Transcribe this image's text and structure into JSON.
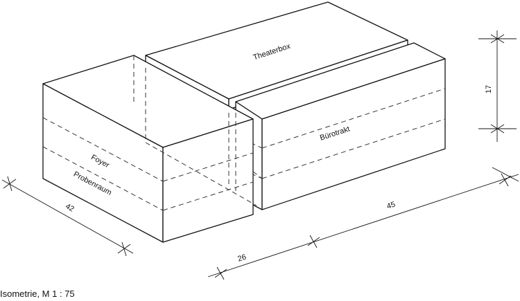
{
  "caption": "Isometrie, M 1 : 75",
  "volumes": {
    "theaterbox": "Theaterbox",
    "buerotrakt": "Bürotrakt",
    "foyer": "Foyer",
    "probenraum": "Probenraum"
  },
  "dimensions": {
    "depth": "42",
    "gap": "26",
    "length": "45",
    "height": "17"
  }
}
